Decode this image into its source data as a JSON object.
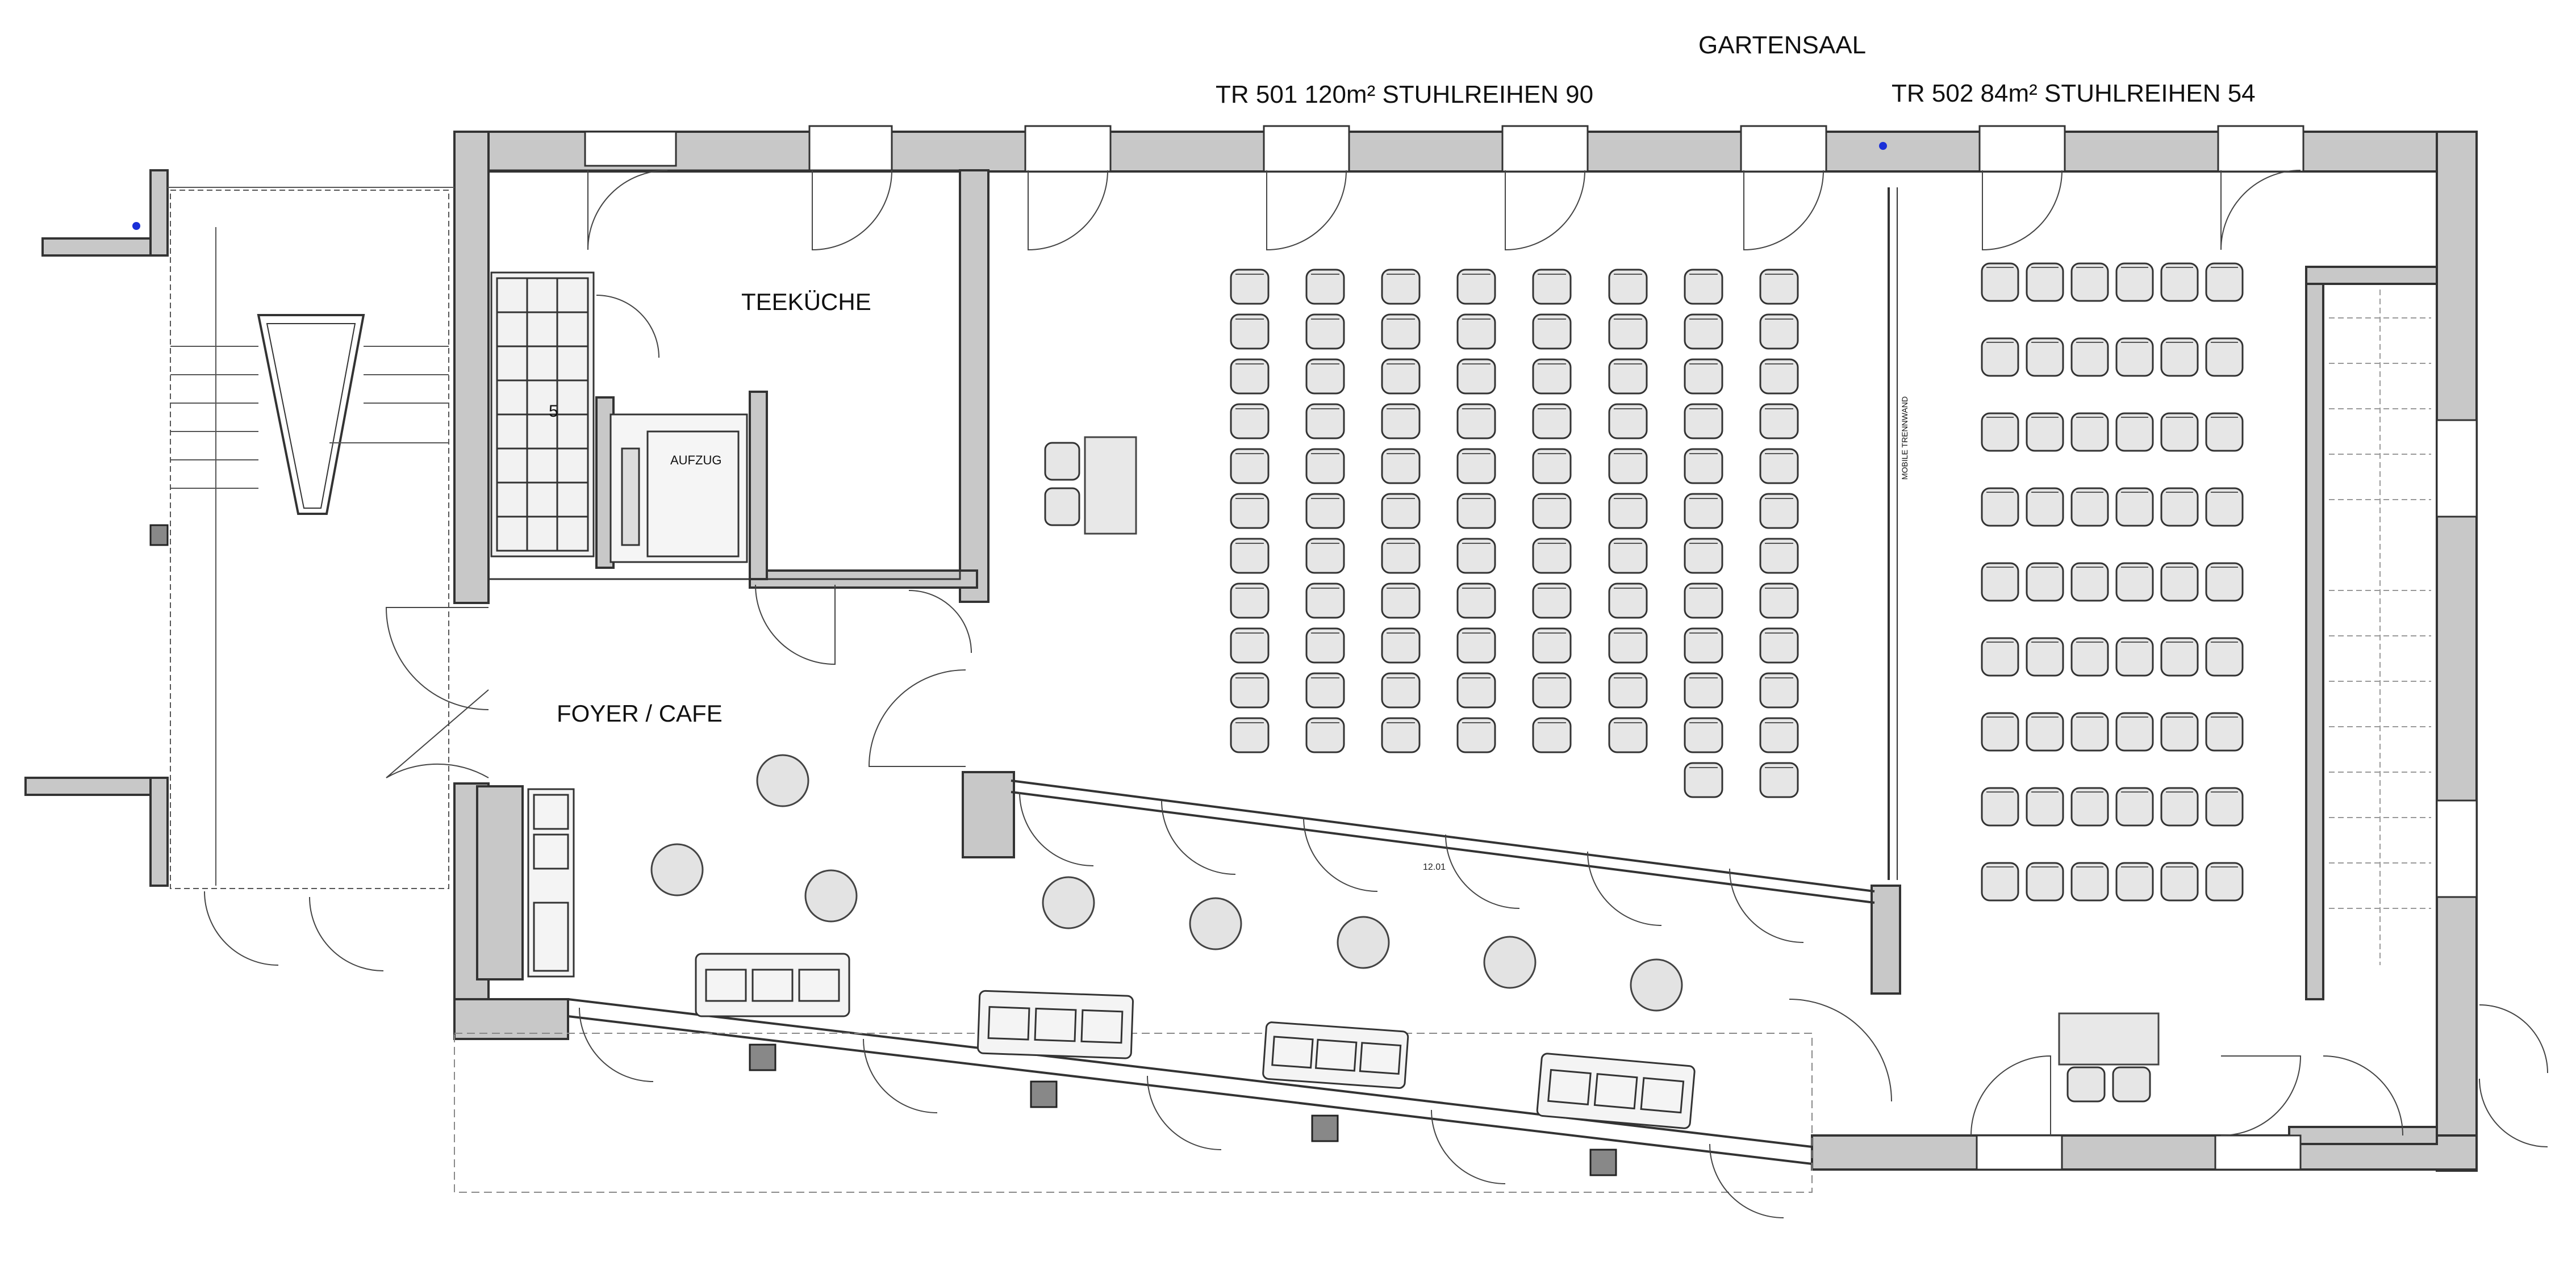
{
  "rooms": {
    "hall_name": "GARTENSAAL",
    "tr501": "TR 501 120m²   STUHLREIHEN 90",
    "tr502": "TR 502  84m²   STUHLREIHEN 54",
    "teekueche": "TEEKÜCHE",
    "foyer": "FOYER / CAFE",
    "aufzug": "AUFZUG",
    "stair_number": "5",
    "partition": "MOBILE TRENNWAND",
    "door_number": "12.01"
  },
  "colors": {
    "wall_fill": "#c8c8c8",
    "line": "#333333",
    "chair_fill": "#e6e6e6",
    "table_fill": "#e8e8e8",
    "marker": "#1a2fd8"
  }
}
